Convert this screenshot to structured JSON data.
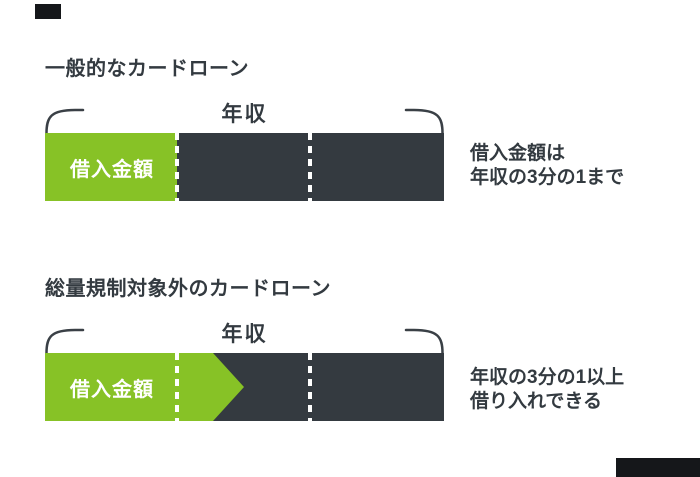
{
  "background": "#ffffff",
  "colors": {
    "loan_green": "#87c226",
    "income_bar_dark": "#343a40",
    "text_dark": "#333a40",
    "divider_white": "#ffffff",
    "corner_block_dark": "#15171a"
  },
  "decorations": {
    "top_left_block": "cropped-dark-block",
    "bottom_right_block": "cropped-dark-block"
  },
  "sections": [
    {
      "title": "一般的なカードローン",
      "income_label": "年収",
      "loan_segment_label": "借入金額",
      "note_lines": [
        "借入金額は",
        "年収の3分の1まで"
      ],
      "loan_segment_shape": "rect",
      "loan_fill_fraction": 0.33,
      "dividers_at_fractions": [
        0.33,
        0.66
      ]
    },
    {
      "title": "総量規制対象外のカードローン",
      "income_label": "年収",
      "loan_segment_label": "借入金額",
      "note_lines": [
        "年収の3分の1以上",
        "借り入れできる"
      ],
      "loan_segment_shape": "arrow",
      "loan_fill_fraction": 0.42,
      "arrow_tip_fraction": 0.5,
      "dividers_at_fractions": [
        0.33,
        0.66
      ]
    }
  ]
}
